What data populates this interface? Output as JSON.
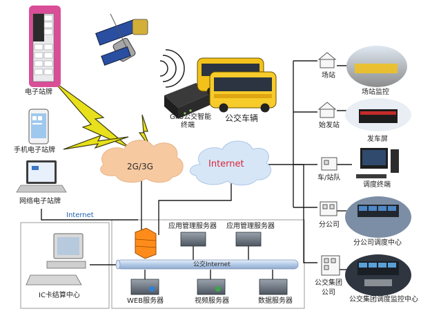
{
  "labels": {
    "e_station": "电子站牌",
    "phone_station": "手机电子站牌",
    "web_station": "网络电子站牌",
    "gps_terminal_line1": "GPS公交智能",
    "gps_terminal_line2": "终端",
    "bus": "公交车辆",
    "network_2g3g": "2G/3G",
    "internet_cloud": "Internet",
    "internet_line": "Internet",
    "app_server_1": "应用管理服务器",
    "app_server_2": "应用管理服务器",
    "bus_internet": "公交Internet",
    "web_server": "WEB服务器",
    "video_server": "视频服务器",
    "data_server": "数据服务器",
    "ic_center": "IC卡结算中心",
    "yard": "场站",
    "yard_monitor": "场站监控",
    "terminal_station": "始发站",
    "departure_screen": "发车屏",
    "team_station": "车/站队",
    "dispatch_terminal": "调度终端",
    "branch": "分公司",
    "branch_dispatch": "分公司调度中心",
    "group_line1": "公交集团",
    "group_line2": "公司",
    "group_monitor": "公交集团调度监控中心"
  },
  "colors": {
    "cloud_orange": "#f6c9a0",
    "cloud_blue": "#c9def4",
    "lightning": "#e8e01c",
    "bus_yellow": "#f2c21a",
    "kiosk_pink": "#d94e97",
    "line": "#1b1b1b",
    "bus_pipe": "#bcd3ee",
    "internet_red": "#d8263a",
    "internet_blue": "#1f5fb0"
  },
  "icons": [
    "kiosk-icon",
    "satellite-icon",
    "signal-waves-icon",
    "gps-terminal-icon",
    "bus-icon",
    "phone-icon",
    "laptop-icon",
    "firewall-icon",
    "server-icon",
    "computer-icon",
    "house-icon",
    "photo-icon"
  ]
}
